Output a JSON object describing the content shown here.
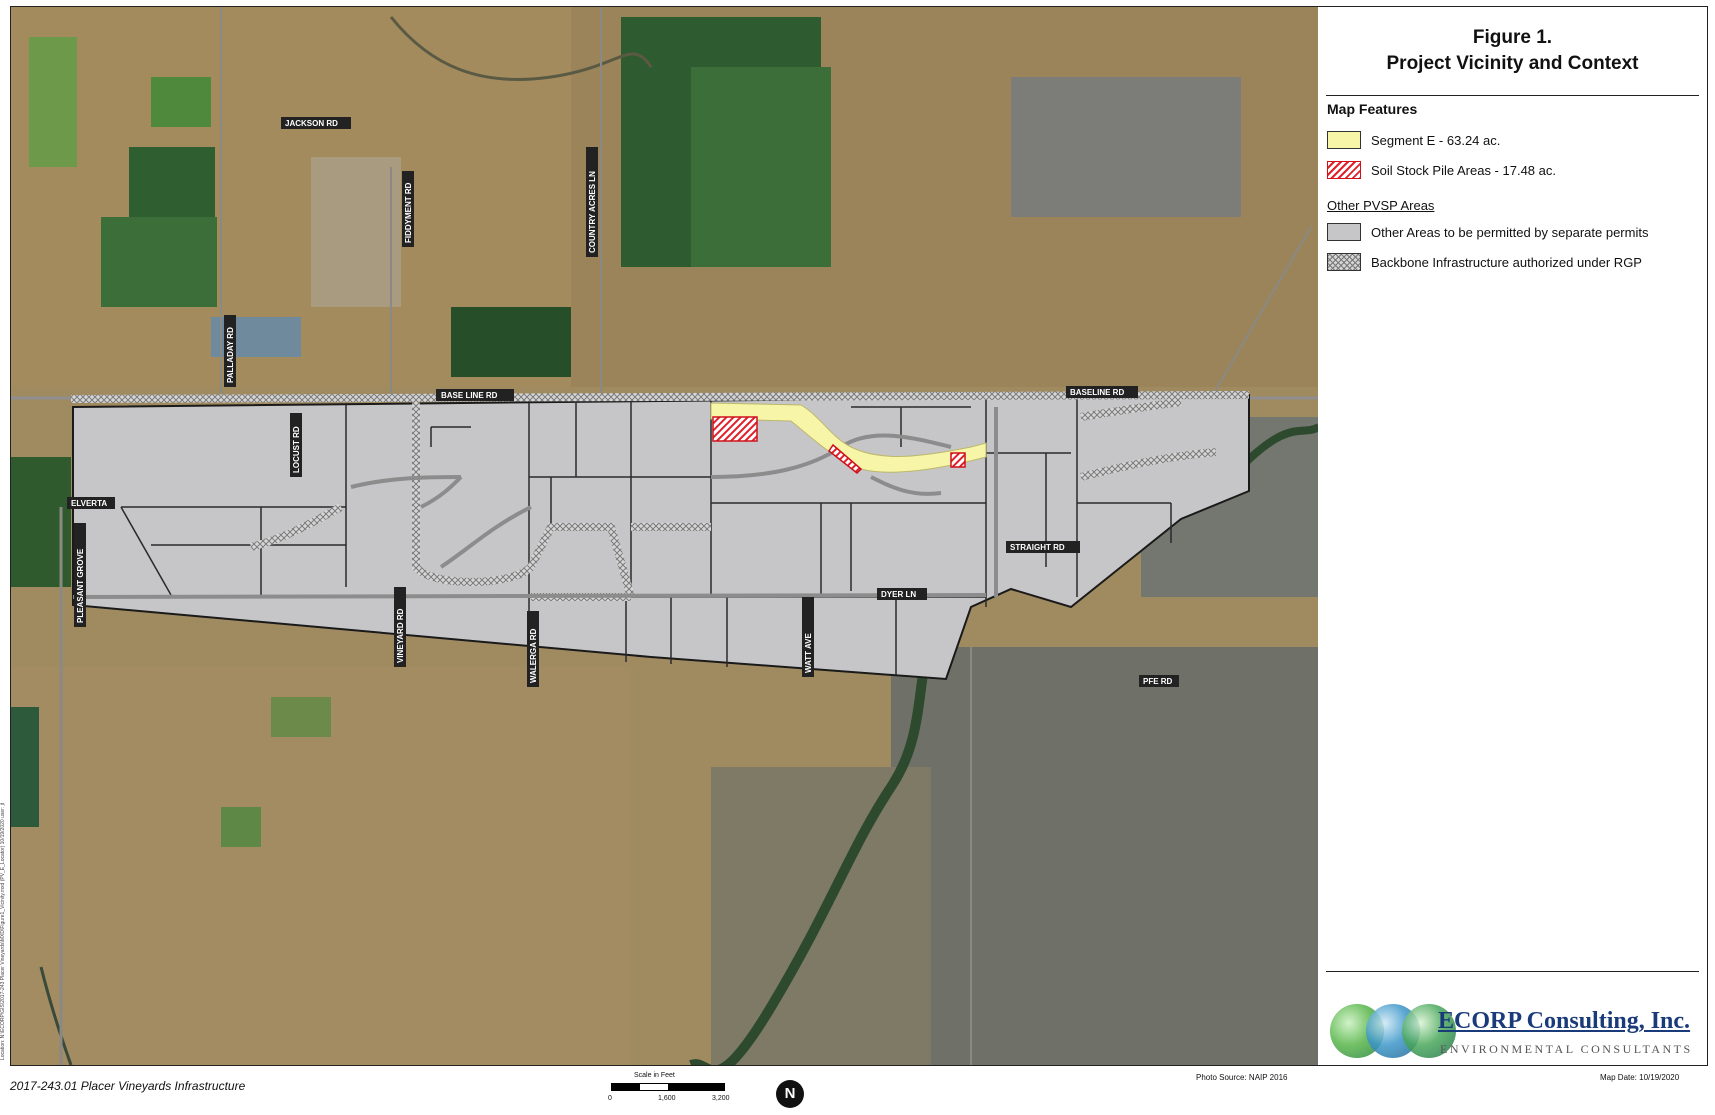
{
  "figure": {
    "title_line1": "Figure 1.",
    "title_line2": "Project Vicinity and Context"
  },
  "legend": {
    "heading": "Map Features",
    "items": [
      {
        "label": "Segment E - 63.24 ac.",
        "color": "#f7f5a8"
      },
      {
        "label": "Soil Stock Pile Areas - 17.48 ac.",
        "color": "#e0202a"
      }
    ],
    "other_heading": "Other PVSP Areas",
    "other_items": [
      {
        "label": "Other Areas to be permitted by separate permits",
        "color": "#c6c6c8"
      },
      {
        "label": "Backbone Infrastructure authorized under RGP",
        "color": "#999999"
      }
    ]
  },
  "logo": {
    "name": "ECORP Consulting, Inc.",
    "tagline": "ENVIRONMENTAL CONSULTANTS"
  },
  "footer": {
    "project": "2017-243.01 Placer Vineyards Infrastructure",
    "photo_source": "Photo Source: NAIP 2016",
    "map_date": "Map Date: 10/19/2020",
    "scale_title": "Scale in Feet",
    "scale_ticks": [
      "0",
      "1,600",
      "3,200"
    ],
    "north": "N"
  },
  "map": {
    "road_labels": {
      "baseline_w": "BASE LINE RD",
      "baseline_e": "BASELINE RD",
      "pleasant_grove": "PLEASANT GROVE",
      "locust": "LOCUST RD",
      "vineyard": "VINEYARD RD",
      "walerga": "WALERGA RD",
      "watt": "WATT AVE",
      "dyer": "DYER LN",
      "palladay": "PALLADAY RD",
      "country_acres": "COUNTRY ACRES LN",
      "jackson": "JACKSON RD",
      "fiddyment": "FIDDYMENT RD",
      "elverta": "ELVERTA",
      "pfe": "PFE RD",
      "straight": "STRAIGHT RD"
    },
    "credit": "Location: N:\\ECORP\\GIS\\2017-243 Placer Vineyards\\MXD\\Figure1_Vicinity.mxd (PV_E_Locator) 10/19/2020 user: jt"
  },
  "colors": {
    "parcel_fill": "#c6c6c8",
    "segment_e": "#f7f5a8",
    "stockpile": "#e0202a",
    "aerial_base": "#a08a60"
  }
}
